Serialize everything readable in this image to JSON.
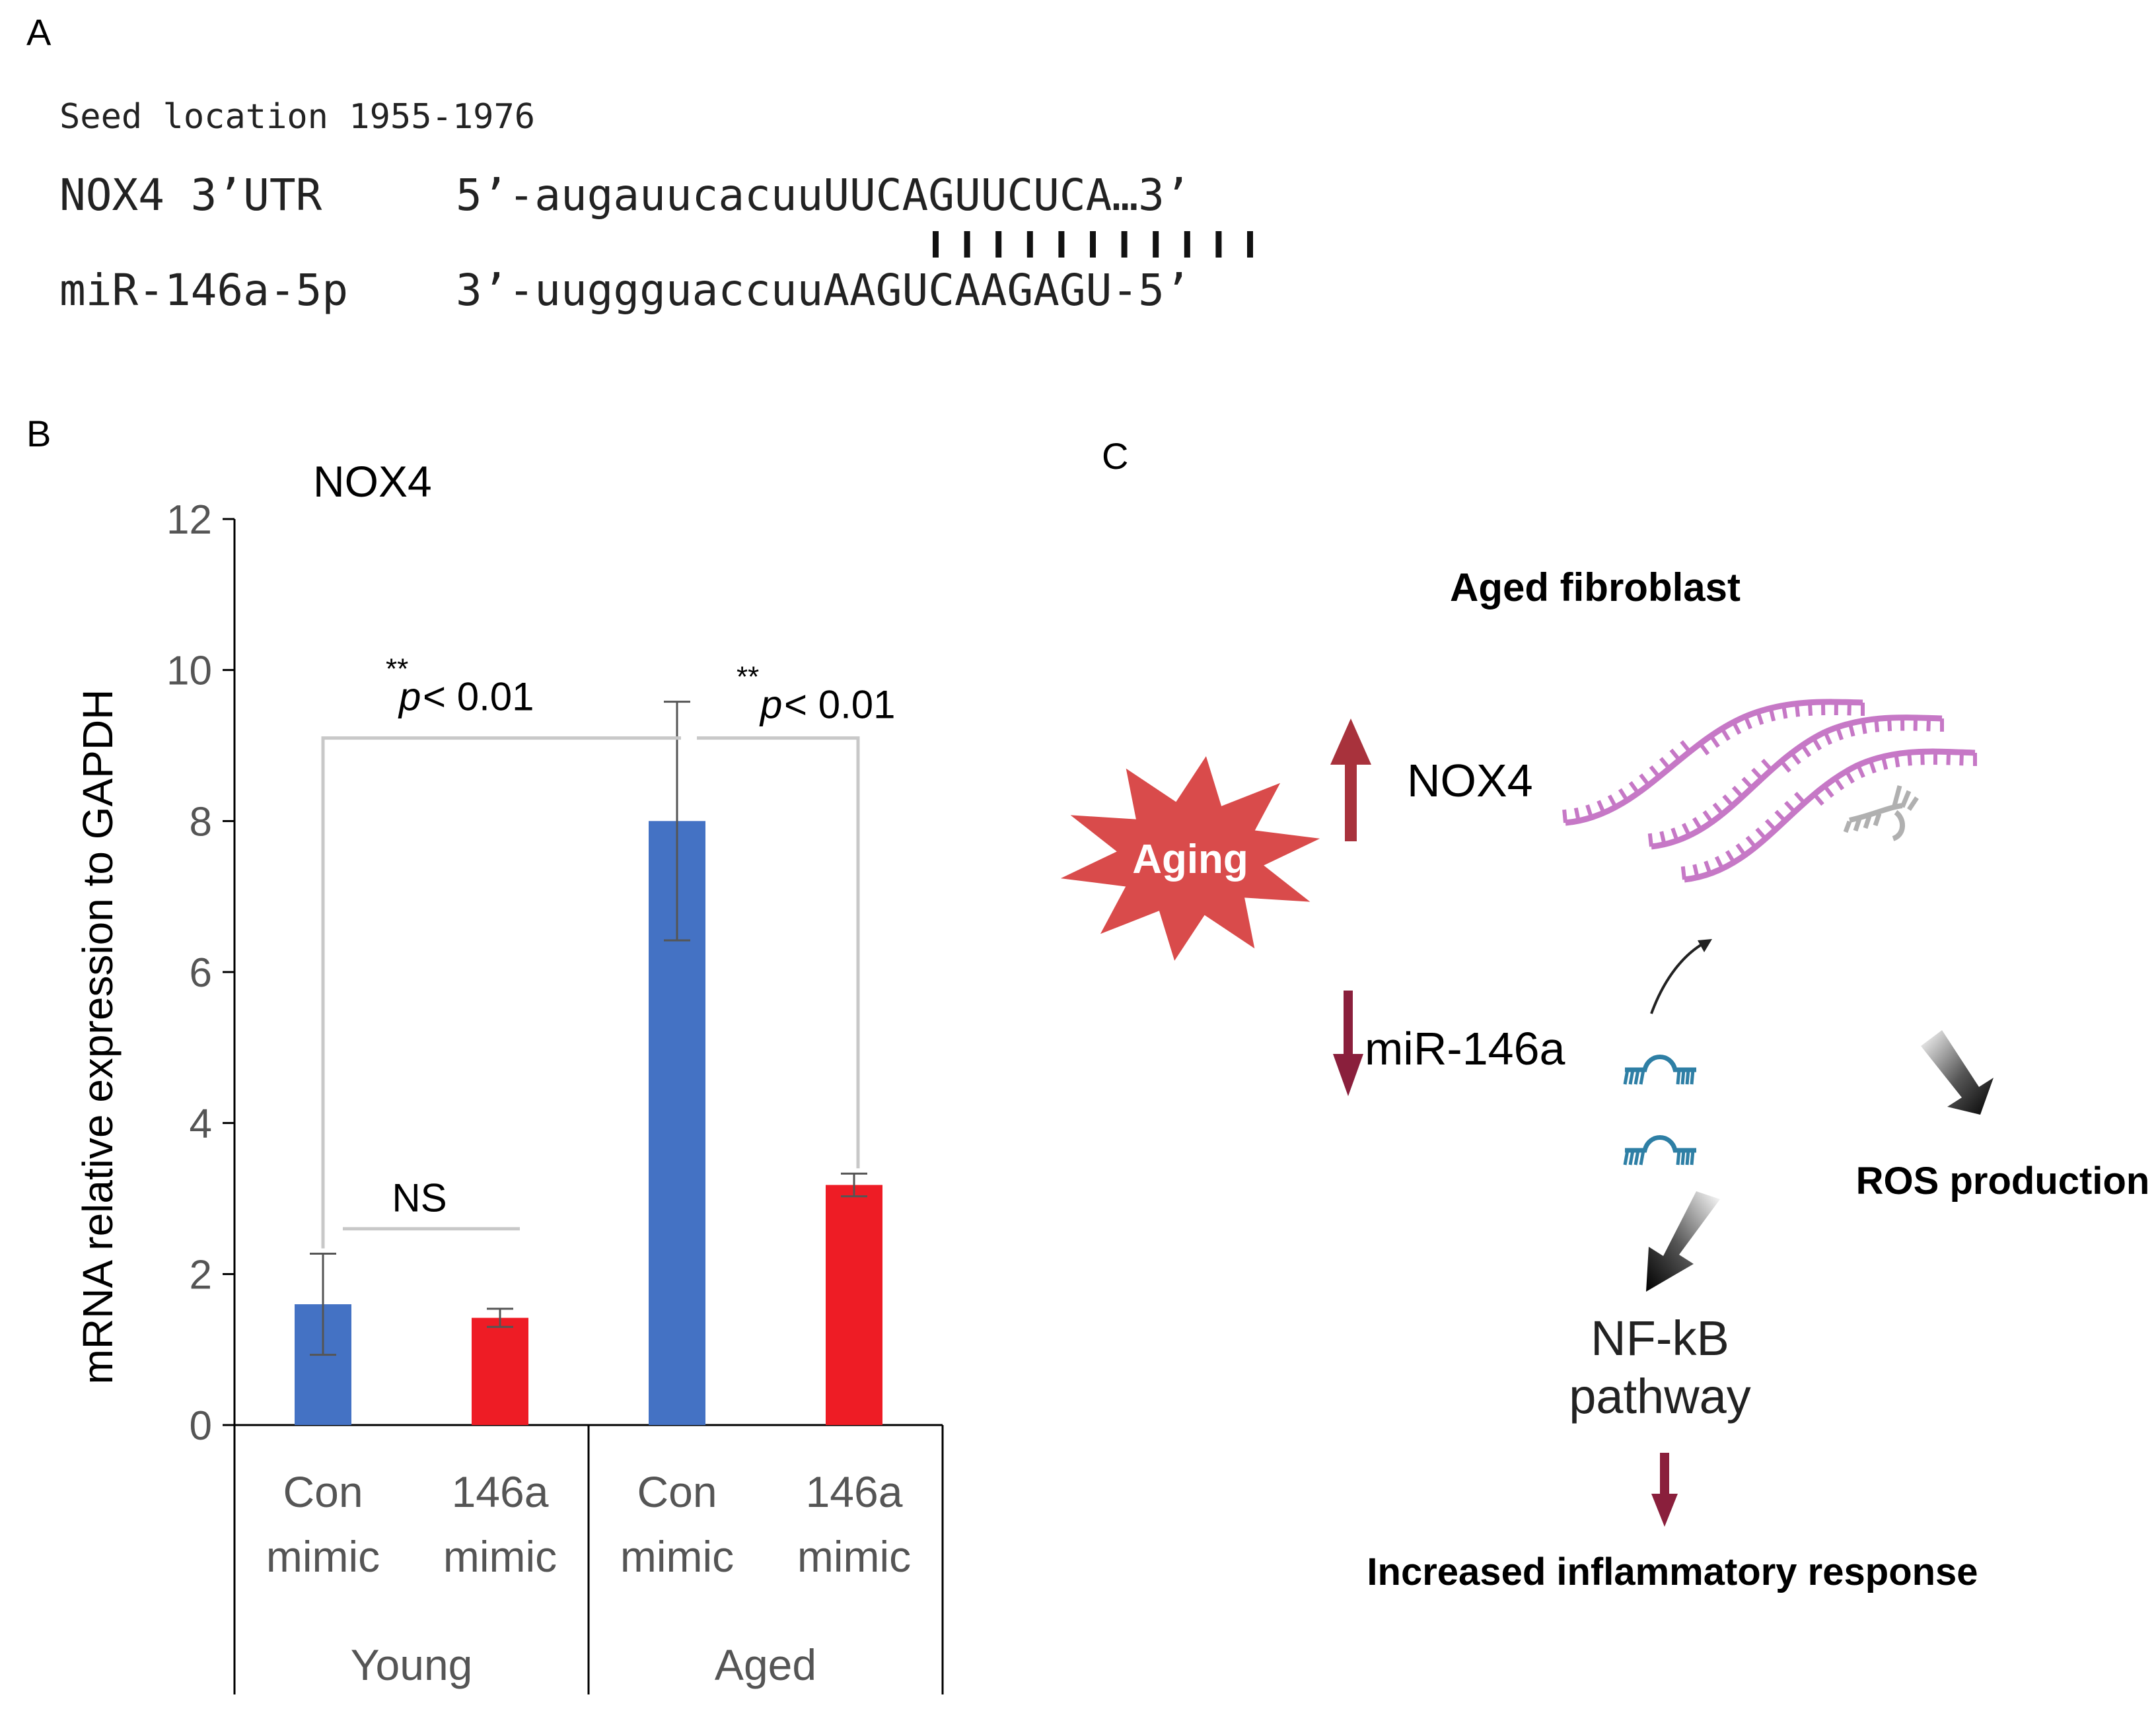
{
  "panels": {
    "a": "A",
    "b": "B",
    "c": "C"
  },
  "alignment": {
    "seed_location": "Seed location 1955-1976",
    "target_label": "NOX4 3’UTR",
    "target_prefix": "5’-augauucacuu",
    "target_seed": "UUCAGUUCUCA",
    "target_suffix": "…3’",
    "mirna_label": "miR-146a-5p",
    "mirna_prefix": "3’-uuggguaccuu",
    "mirna_seed": "AAGUCAAGAGU",
    "mirna_suffix": "-5’",
    "pair_count": 11
  },
  "chart_data": {
    "type": "bar",
    "title": "NOX4",
    "ylabel": "mRNA relative expression to GAPDH",
    "xlabel": "",
    "ylim": [
      0,
      12
    ],
    "yticks": [
      0,
      2,
      4,
      6,
      8,
      10,
      12
    ],
    "grid": false,
    "categories": [
      {
        "line1": "Con",
        "line2": "mimic",
        "group": "Young"
      },
      {
        "line1": "146a",
        "line2": "mimic",
        "group": "Young"
      },
      {
        "line1": "Con",
        "line2": "mimic",
        "group": "Aged"
      },
      {
        "line1": "146a",
        "line2": "mimic",
        "group": "Aged"
      }
    ],
    "groups": [
      "Young",
      "Aged"
    ],
    "values": [
      1.6,
      1.42,
      8.0,
      3.18
    ],
    "errors": [
      0.67,
      0.12,
      1.58,
      0.15
    ],
    "bar_colors": [
      "#4472C4",
      "#EE1C25",
      "#4472C4",
      "#EE1C25"
    ],
    "brackets": [
      {
        "from": 0,
        "to": 2,
        "label_stars": "**",
        "label_p": "p",
        "label_rest": "< 0.01"
      },
      {
        "from": 2,
        "to": 3,
        "label_stars": "**",
        "label_p": "p",
        "label_rest": "< 0.01"
      },
      {
        "from": 0,
        "to": 1,
        "label": "NS"
      }
    ]
  },
  "diagram": {
    "title": "Aged fibroblast",
    "aging": "Aging",
    "nox4": "NOX4",
    "mir": "miR-146a",
    "ros": "ROS production",
    "nfkb_line1": "NF-kB",
    "nfkb_line2": "pathway",
    "inflammation": "Increased inflammatory response",
    "colors": {
      "aging": "#D94B4B",
      "up_arrow": "#A8323C",
      "down_arrow": "#8A1F3C",
      "rna": "#C678C6",
      "mirna": "#2E7FA5"
    }
  }
}
